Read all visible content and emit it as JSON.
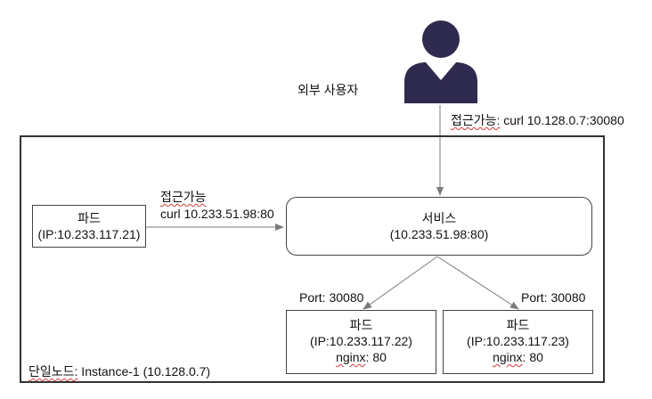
{
  "external_user": {
    "label": "외부 사용자",
    "icon": "person-icon",
    "icon_color": "#2f2a4f"
  },
  "external_access": {
    "prefix": "접근가능:",
    "command": " curl 10.128.0.7:30080"
  },
  "node": {
    "label_prefix": "단일노드:",
    "label_rest": " Instance-1 (10.128.0.7)",
    "border_color": "#333333"
  },
  "client_pod": {
    "title": "파드",
    "ip": "(IP:10.233.117.21)"
  },
  "internal_access": {
    "prefix": "접근가능",
    "command": "curl 10.233.51.98:80"
  },
  "service": {
    "title": "서비스",
    "ip": "(10.233.51.98:80)"
  },
  "backend_pods": [
    {
      "port_label": "Port: 30080",
      "title": "파드",
      "ip": "(IP:10.233.117.22)",
      "app_name": "nginx",
      "app_port": ": 80"
    },
    {
      "port_label": "Port: 30080",
      "title": "파드",
      "ip": "(IP:10.233.117.23)",
      "app_name": "nginx",
      "app_port": ": 80"
    }
  ],
  "colors": {
    "line": "#7a7a7a",
    "box_border": "#444444"
  }
}
